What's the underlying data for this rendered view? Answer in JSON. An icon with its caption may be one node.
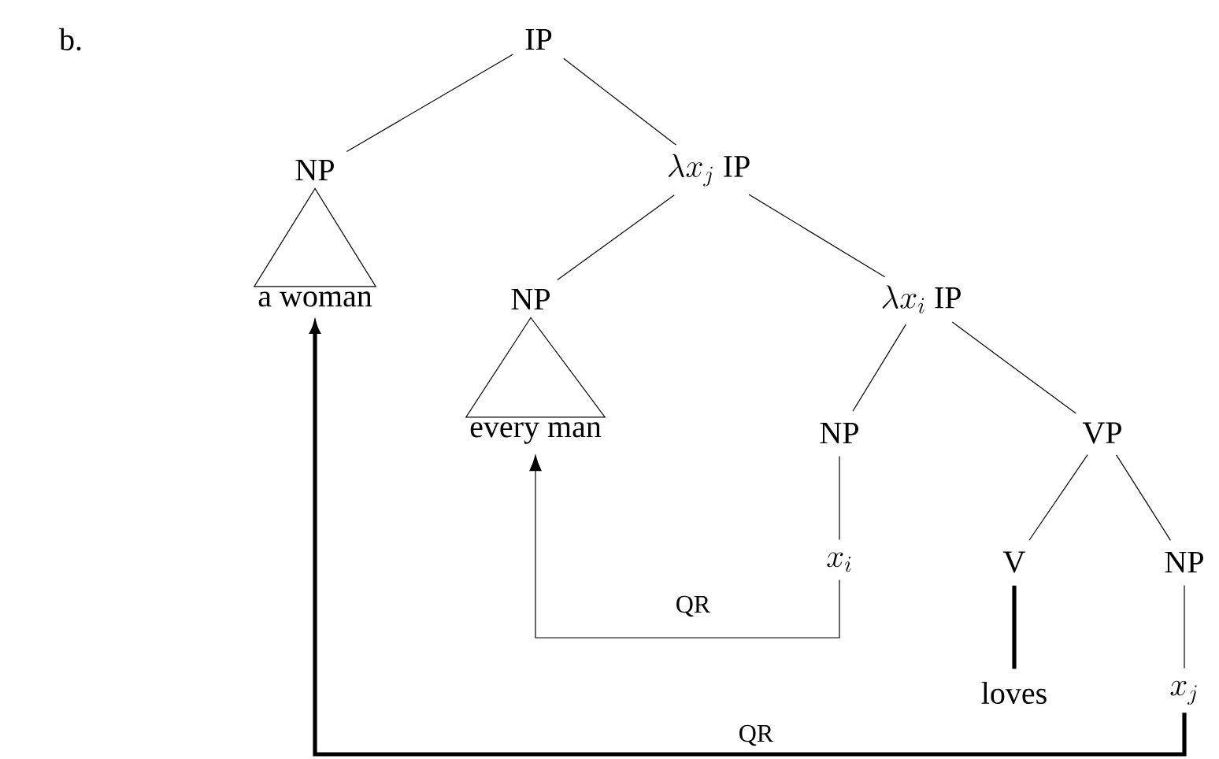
{
  "diagram": {
    "nodes": [
      {
        "text": [
          "IP"
        ]
      },
      {
        "text": [
          "NP"
        ]
      },
      {
        "text": [
          "\\lambda x_j\\ \\mathrm{IP}"
        ]
      },
      {
        "text": [
          "a woman"
        ]
      },
      {
        "text": [
          "NP"
        ]
      },
      {
        "text": [
          "\\lambda x_i\\ \\mathrm{IP}"
        ]
      },
      {
        "text": [
          "every man"
        ]
      },
      {
        "text": [
          "NP"
        ]
      },
      {
        "text": [
          "VP"
        ]
      },
      {
        "text": [
          "x_i"
        ]
      },
      {
        "text": [
          "V"
        ]
      },
      {
        "text": [
          "NP"
        ]
      },
      {
        "text": [
          "loves"
        ]
      },
      {
        "text": [
          "x_j"
        ]
      }
    ],
    "edges": [
      {
        "from": 0,
        "to": 1,
        "arrow": "none"
      },
      {
        "from": 0,
        "to": 2,
        "arrow": "none"
      },
      {
        "from": 1,
        "to": 3,
        "arrow": "none"
      },
      {
        "from": 2,
        "to": 4,
        "arrow": "none"
      },
      {
        "from": 2,
        "to": 5,
        "arrow": "none"
      },
      {
        "from": 4,
        "to": 6,
        "arrow": "none"
      },
      {
        "from": 5,
        "to": 7,
        "arrow": "none"
      },
      {
        "from": 5,
        "to": 8,
        "arrow": "none"
      },
      {
        "from": 7,
        "to": 9,
        "arrow": "none"
      },
      {
        "from": 8,
        "to": 10,
        "arrow": "none"
      },
      {
        "from": 8,
        "to": 11,
        "arrow": "none"
      },
      {
        "from": 10,
        "to": 12,
        "arrow": "none",
        "style": "thick"
      },
      {
        "from": 11,
        "to": 13,
        "arrow": "none"
      },
      {
        "from": 9,
        "to": 6,
        "arrow": "to",
        "label": "QR"
      },
      {
        "from": 13,
        "to": 3,
        "arrow": "to",
        "label": "QR",
        "style": "thick"
      }
    ],
    "labels": [
      "b."
    ]
  }
}
